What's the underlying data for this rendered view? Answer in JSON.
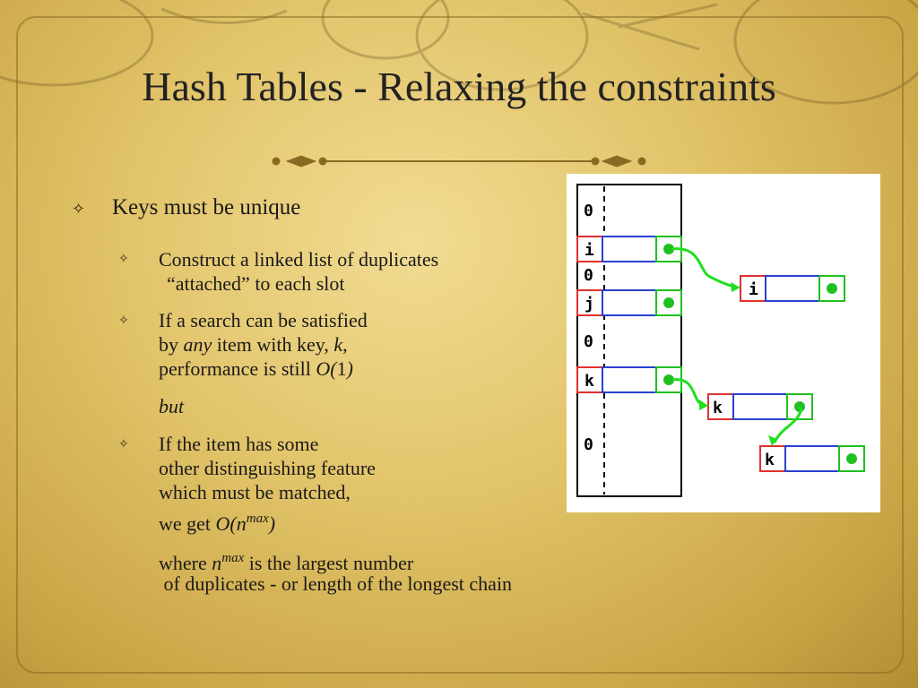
{
  "slide": {
    "title": "Hash Tables - Relaxing the constraints"
  },
  "bullets": {
    "b1": "Keys must be unique",
    "s1_line1": "Construct a linked list of duplicates",
    "s1_line2": "“attached”   to each slot",
    "s2_line1": "If a search can be satisfied",
    "s2_line2_a": "by ",
    "s2_line2_any": "any",
    "s2_line2_b": " item with key, ",
    "s2_line2_k": "k",
    "s2_line2_c": ",",
    "s2_line3_a": "performance is still ",
    "s2_line3_o": "O(",
    "s2_line3_one": "1",
    "s2_line3_close": ")",
    "but": "but",
    "s3_line1": "If the item has some",
    "s3_line2": "other distinguishing feature",
    "s3_line3": "which must be matched,",
    "s3_line4_a": "we get ",
    "s3_line4_on": "O(n",
    "s3_line4_sup": "max",
    "s3_line4_close": ")",
    "where_a": "where ",
    "where_n": "n",
    "where_sup": "max",
    "where_b": " is the largest number",
    "where_line2": " of duplicates - or length of the longest chain"
  },
  "diagram": {
    "slots": [
      "0",
      "i",
      "0",
      "j",
      "0",
      "k",
      "0"
    ],
    "chain_keys": [
      "i",
      "k",
      "k"
    ],
    "colors": {
      "key_box": "#e03030",
      "data_box": "#2a3fd0",
      "next_box": "#20c020",
      "pointer": "#20e020"
    }
  }
}
